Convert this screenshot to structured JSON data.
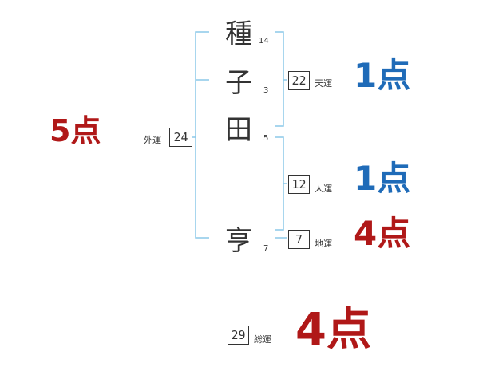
{
  "name": {
    "surname": [
      {
        "char": "種",
        "strokes": "14"
      },
      {
        "char": "子",
        "strokes": "3"
      },
      {
        "char": "田",
        "strokes": "5"
      }
    ],
    "given": [
      {
        "char": "亨",
        "strokes": "7"
      }
    ]
  },
  "fortunes": {
    "outer": {
      "label": "外運",
      "value": "24",
      "score": "5点"
    },
    "heaven": {
      "label": "天運",
      "value": "22",
      "score": "1点"
    },
    "person": {
      "label": "人運",
      "value": "12",
      "score": "1点"
    },
    "earth": {
      "label": "地運",
      "value": "7",
      "score": "4点"
    },
    "total": {
      "label": "総運",
      "value": "29",
      "score": "4点"
    }
  },
  "colors": {
    "bracket": "#8cc8e8",
    "score_red": "#b01818",
    "score_blue": "#1f6bb8",
    "text": "#333333"
  }
}
